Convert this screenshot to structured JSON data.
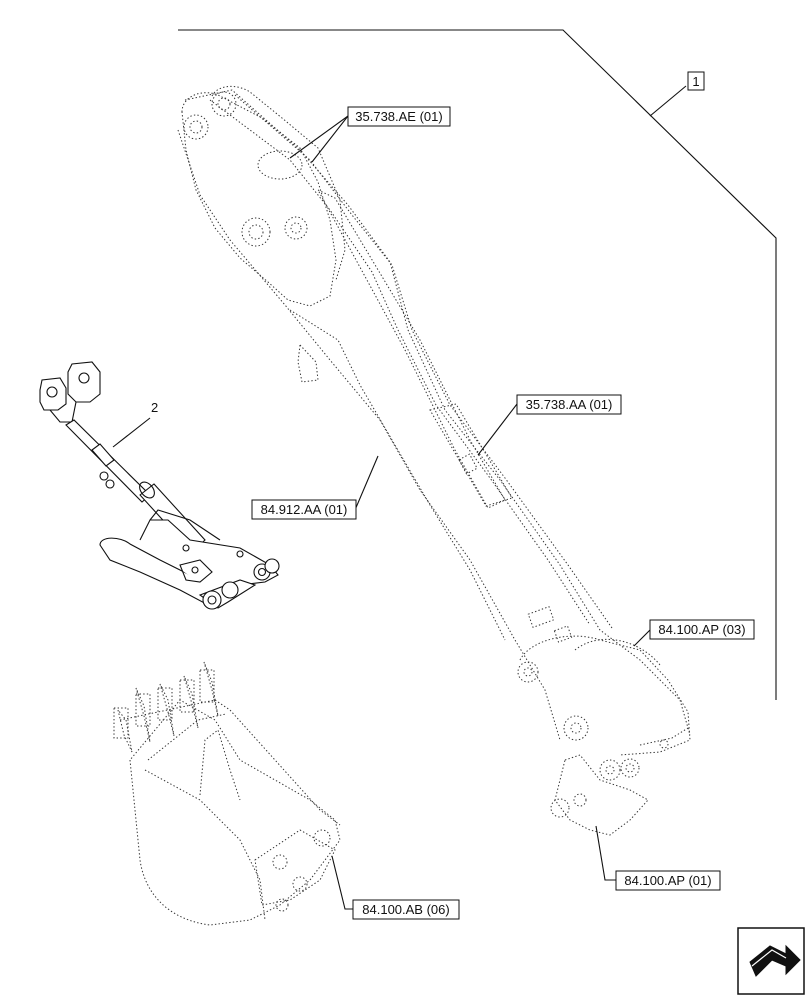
{
  "labels": {
    "item_1": "1",
    "item_2": "2",
    "ref_35738ae": "35.738.AE (01)",
    "ref_35738aa": "35.738.AA (01)",
    "ref_84912aa": "84.912.AA (01)",
    "ref_84100ap03": "84.100.AP (03)",
    "ref_84100ap01": "84.100.AP (01)",
    "ref_84100ab": "84.100.AB (06)"
  },
  "icons": {
    "nav": "navigation-arrow-icon"
  }
}
